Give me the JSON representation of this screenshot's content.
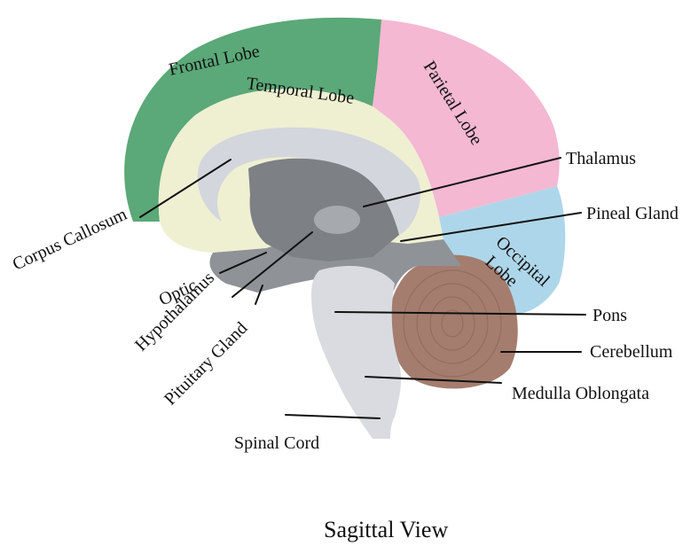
{
  "title": "Sagittal View",
  "labels": {
    "frontal_lobe": "Frontal Lobe",
    "temporal_lobe": "Temporal Lobe",
    "parietal_lobe": "Parietal Lobe",
    "thalamus": "Thalamus",
    "pineal_gland": "Pineal Gland",
    "occipital_lobe_line1": "Occipital",
    "occipital_lobe_line2": "Lobe",
    "corpus_callosum": "Corpus Callosum",
    "optic": "Optic",
    "hypothalamus": "Hypothalamus",
    "pituitary_gland": "Pituitary Gland",
    "pons": "Pons",
    "cerebellum": "Cerebellum",
    "medulla_oblongata": "Medulla Oblongata",
    "spinal_cord": "Spinal Cord"
  },
  "colors": {
    "frontal_lobe": "#5ba878",
    "temporal_lobe": "#efefd2",
    "parietal_lobe": "#f4b8d2",
    "occipital_lobe": "#aed6ea",
    "corpus_callosum": "#d3d6dc",
    "inner_gray": "#8f9296",
    "cerebellum": "#a47d6e",
    "brainstem": "#d9dbe0"
  }
}
